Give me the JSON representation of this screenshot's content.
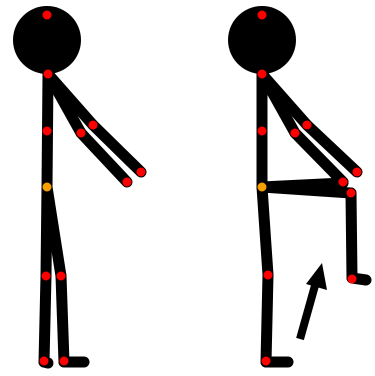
{
  "colors": {
    "background": "#ffffff",
    "figure": "#000000",
    "joint_marker": "#ff0000",
    "hip_marker": "#f5a000",
    "arrow": "#000000"
  },
  "figures": [
    {
      "pose": "standing-straight",
      "raised_leg": false
    },
    {
      "pose": "standing-knee-raised",
      "raised_leg": true
    }
  ],
  "arrow": {
    "icon": "up-arrow-icon",
    "direction": "up-right"
  }
}
